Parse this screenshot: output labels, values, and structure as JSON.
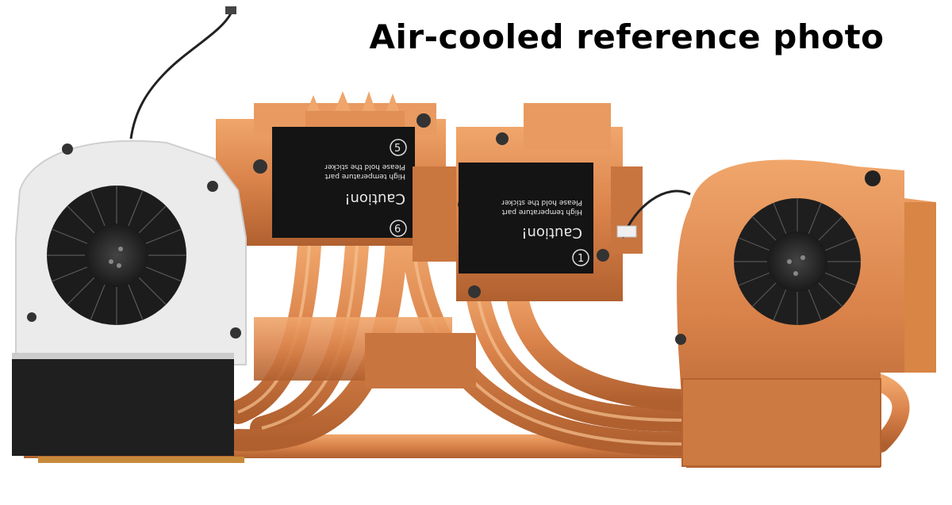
{
  "title": "Air-cooled reference photo",
  "stickers": {
    "left": {
      "caution": "Caution!",
      "line1": "High temperature part",
      "line2": "Please hold the sticker",
      "badge_top": "5",
      "badge_bottom": "6"
    },
    "right": {
      "caution": "Caution!",
      "line1": "High temperature part",
      "line2": "Please hold the sticker",
      "badge": "1"
    }
  },
  "colors": {
    "copper": "#d9824a",
    "copper_dark": "#a8572a",
    "copper_light": "#f2b07a",
    "fan_shroud": "#e8e8e8",
    "fan_blade": "#2a2a2a",
    "sticker": "#141414"
  },
  "icons": [
    "left-fan",
    "right-fan",
    "heatpipes",
    "heat-sink-plates",
    "cable"
  ]
}
